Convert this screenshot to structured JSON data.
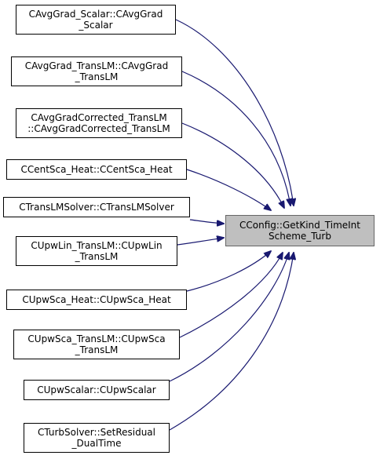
{
  "colors": {
    "edge": "#191970",
    "target_fill": "#bfbfbf",
    "node_border": "#000000"
  },
  "target": {
    "line1": "CConfig::GetKind_TimeInt",
    "line2": "Scheme_Turb"
  },
  "callers": [
    {
      "line1": "CAvgGrad_Scalar::CAvgGrad",
      "line2": "_Scalar"
    },
    {
      "line1": "CAvgGrad_TransLM::CAvgGrad",
      "line2": "_TransLM"
    },
    {
      "line1": "CAvgGradCorrected_TransLM",
      "line2": "::CAvgGradCorrected_TransLM"
    },
    {
      "line1": "CCentSca_Heat::CCentSca_Heat",
      "line2": ""
    },
    {
      "line1": "CTransLMSolver::CTransLMSolver",
      "line2": ""
    },
    {
      "line1": "CUpwLin_TransLM::CUpwLin",
      "line2": "_TransLM"
    },
    {
      "line1": "CUpwSca_Heat::CUpwSca_Heat",
      "line2": ""
    },
    {
      "line1": "CUpwSca_TransLM::CUpwSca",
      "line2": "_TransLM"
    },
    {
      "line1": "CUpwScalar::CUpwScalar",
      "line2": ""
    },
    {
      "line1": "CTurbSolver::SetResidual",
      "line2": "_DualTime"
    }
  ]
}
